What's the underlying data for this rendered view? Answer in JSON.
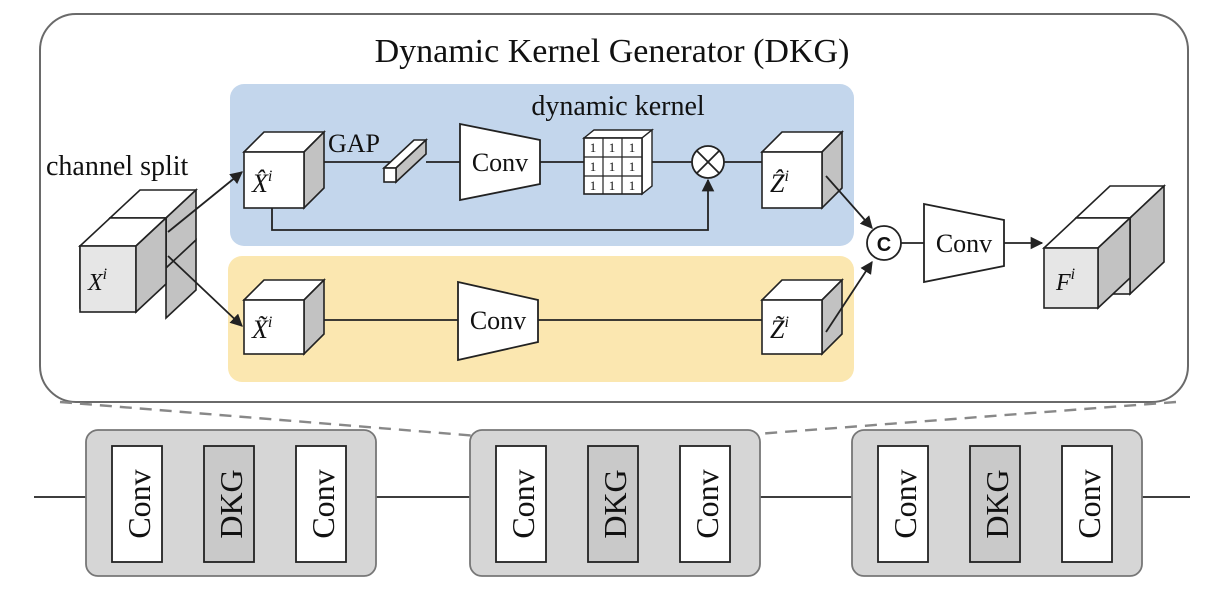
{
  "title": "Dynamic Kernel Generator (DKG)",
  "labels": {
    "channel_split": "channel split",
    "dynamic_kernel": "dynamic kernel",
    "gap": "GAP",
    "conv": "Conv",
    "dkg": "DKG",
    "concat": "C",
    "multiply": "⊗"
  },
  "tensors": {
    "input": "X",
    "upper_in": "X̂",
    "upper_out": "Ẑ",
    "lower_in": "X̃",
    "lower_out": "Z̃",
    "output": "F",
    "superscript": "i"
  },
  "kernel_values": [
    "1",
    "1",
    "1",
    "1",
    "1",
    "1",
    "1",
    "1",
    "1"
  ],
  "blocks": [
    [
      "Conv",
      "DKG",
      "Conv"
    ],
    [
      "Conv",
      "DKG",
      "Conv"
    ],
    [
      "Conv",
      "DKG",
      "Conv"
    ]
  ],
  "colors": {
    "upper_branch": "#c3d6ec",
    "lower_branch": "#fbe7b0",
    "cube_front": "#e6e6e6",
    "cube_top": "#ffffff",
    "cube_side": "#c2c2c2",
    "block_fill": "#d6d6d6"
  }
}
